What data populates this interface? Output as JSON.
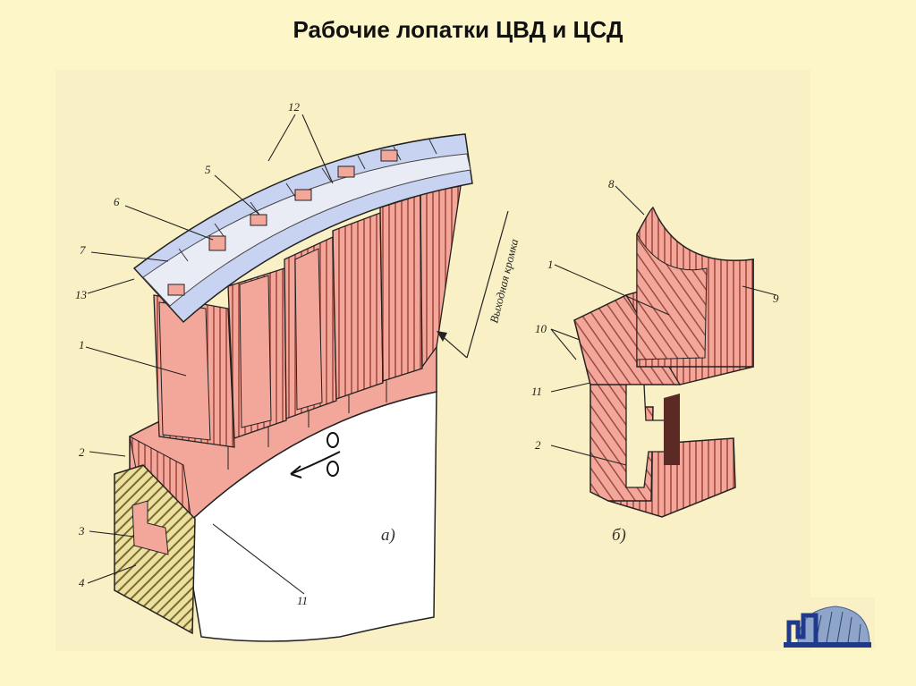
{
  "title": "Рабочие лопатки ЦВД и ЦСД",
  "diagram": {
    "edge_label": "Выходная кромка",
    "caption_a": "а)",
    "caption_b": "б)",
    "labels_a": [
      "12",
      "5",
      "6",
      "7",
      "13",
      "1",
      "2",
      "3",
      "4",
      "11"
    ],
    "labels_b": [
      "8",
      "1",
      "9",
      "10",
      "11",
      "2"
    ]
  },
  "logo": {
    "icon": "turbine-logo-icon"
  },
  "colors": {
    "background": "#fcf6c8",
    "panel": "#faf0c6",
    "blade": "#f2a79a",
    "blade_dark": "#b65d52",
    "shroud": "#c7d3f1",
    "hatch": "#ece0a0"
  }
}
